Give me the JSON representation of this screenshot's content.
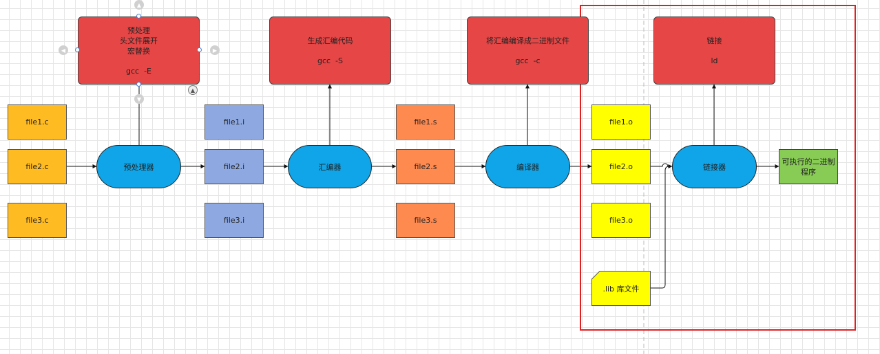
{
  "source_files": [
    "file1.c",
    "file2.c",
    "file3.c"
  ],
  "preprocessed_files": [
    "file1.i",
    "file2.i",
    "file3.i"
  ],
  "assembly_files": [
    "file1.s",
    "file2.s",
    "file3.s"
  ],
  "object_files": [
    "file1.o",
    "file2.o",
    "file3.o"
  ],
  "library": ".lib 库文件",
  "processes": {
    "preprocessor": "预处理器",
    "compiler": "汇编器",
    "assembler": "编译器",
    "linker": "链接器"
  },
  "commands": {
    "preprocess": {
      "lines": [
        "预处理",
        "头文件展开",
        "宏替换"
      ],
      "cmd": "gcc  -E"
    },
    "compile": {
      "lines": [
        "生成汇编代码"
      ],
      "cmd": "gcc  -S"
    },
    "assemble": {
      "lines": [
        "将汇编编译成二进制文件"
      ],
      "cmd": "gcc  -c"
    },
    "link": {
      "lines": [
        "链接"
      ],
      "cmd": "ld"
    }
  },
  "executable": [
    "可执行的二进制",
    "程序"
  ],
  "colors": {
    "source": "#ffbb22",
    "preprocessed": "#8ea9e2",
    "assembly": "#ff8a50",
    "object": "#ffff00",
    "process": "#10a5e8",
    "command": "#e64646",
    "executable": "#88cc55",
    "highlight_frame": "#e02020",
    "selection": "#4a7fd4"
  },
  "icons": {
    "ghost_arrows": "chevron-icons",
    "rotate": "rotate-icon"
  }
}
